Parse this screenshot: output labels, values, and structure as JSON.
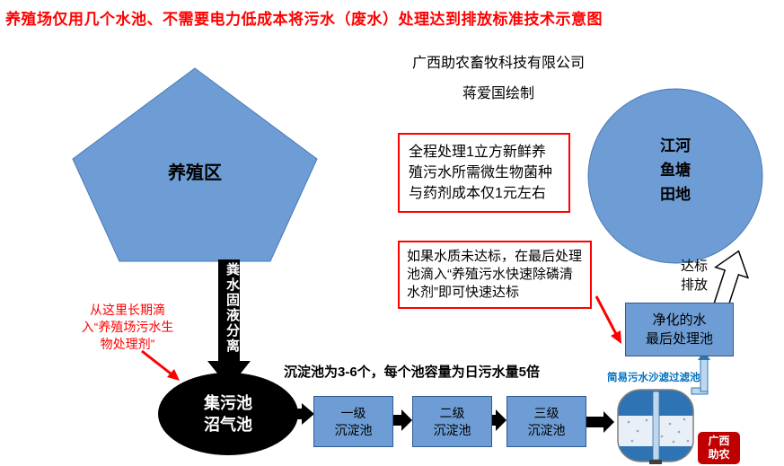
{
  "title": "养殖场仅用几个水池、不需要电力低成本将污水（废水）处理达到排放标准技术示意图",
  "header": {
    "company": "广西助农畜牧科技有限公司",
    "author": "蒋爱国绘制"
  },
  "nodes": {
    "breeding_area": "养殖区",
    "destination": {
      "lines": [
        "江河",
        "鱼塘",
        "田地"
      ]
    },
    "collection_pool": {
      "lines": [
        "集污池",
        "沼气池"
      ]
    },
    "sediment_pools": [
      {
        "lines": [
          "一级",
          "沉淀池"
        ]
      },
      {
        "lines": [
          "二级",
          "沉淀池"
        ]
      },
      {
        "lines": [
          "三级",
          "沉淀池"
        ]
      }
    ],
    "filter_pool": "简易污水沙滤过滤池",
    "final_pool": {
      "lines": [
        "净化的水",
        "最后处理池"
      ]
    }
  },
  "notes": {
    "cost": "全程处理1立方新鲜养殖污水所需微生物菌种与药剂成本仅1元左右",
    "remedy": "如果水质未达标，在最后处理池滴入“养殖污水快速除磷清水剂”即可快速达标",
    "dosing": "从这里长期滴入“养殖场污水生物处理剂”",
    "separation": "粪水固液分离",
    "sediment_info": "沉淀池为3-6个，每个池容量为日污水量5倍",
    "discharge": {
      "lines": [
        "达标",
        "排放"
      ]
    }
  },
  "logo": {
    "lines": [
      "广西",
      "助农"
    ]
  },
  "colors": {
    "title_red": "#FF0000",
    "shape_blue": "#6D9DD4",
    "note_border_red": "#FF0000",
    "pool_black": "#000000",
    "filter_label_blue": "#0070C0",
    "tank_blue": "#2E74B5",
    "logo_red": "#C00000"
  }
}
